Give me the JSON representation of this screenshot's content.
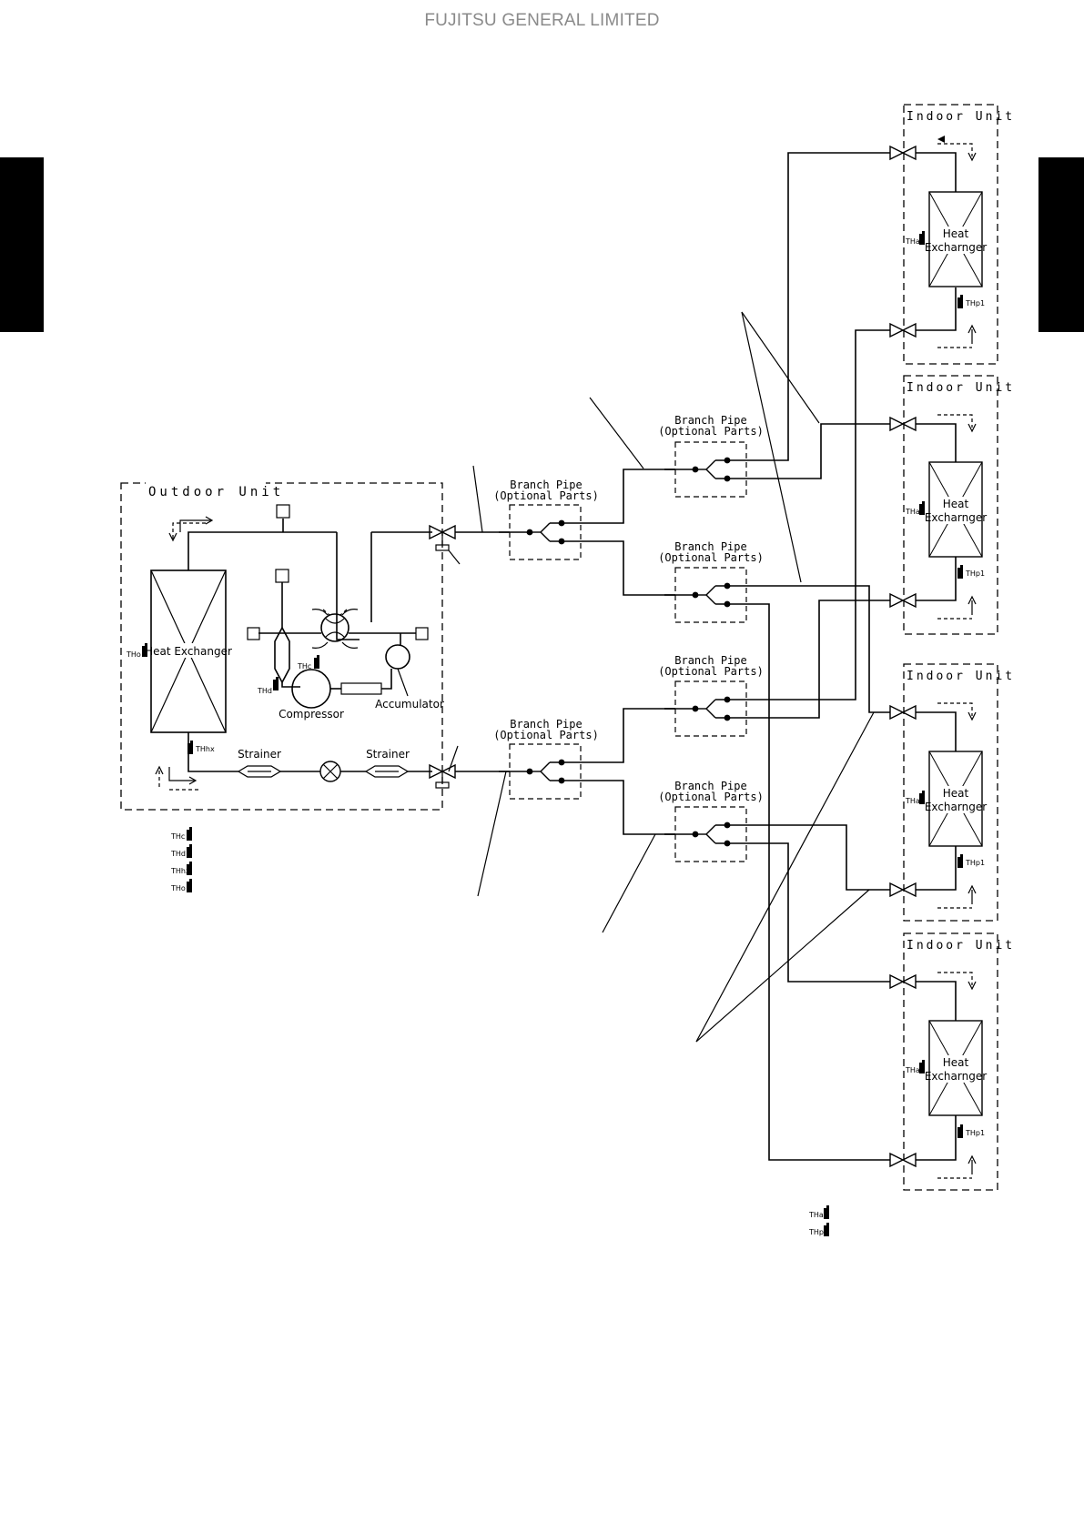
{
  "header": {
    "company": "FUJITSU GENERAL LIMITED"
  },
  "outdoor": {
    "title": "Outdoor Unit",
    "heat_exchanger": "Heat Exchanger",
    "compressor": "Compressor",
    "accumulator": "Accumulator",
    "strainer_left": "Strainer",
    "strainer_right": "Strainer",
    "sensors": {
      "thc": "THc",
      "thd": "THd",
      "tho": "THo",
      "thhx": "THhx"
    },
    "legend": [
      "THc",
      "THd",
      "THhx",
      "THo"
    ]
  },
  "branch_pipe": {
    "line1": "Branch Pipe",
    "line2": "(Optional Parts)"
  },
  "indoor": {
    "title": "Indoor Unit",
    "hx_line1": "Heat",
    "hx_line2": "Excharnger",
    "sensor_a": "THa",
    "sensor_b": "THp1",
    "legend": [
      "THa",
      "THp1"
    ]
  }
}
